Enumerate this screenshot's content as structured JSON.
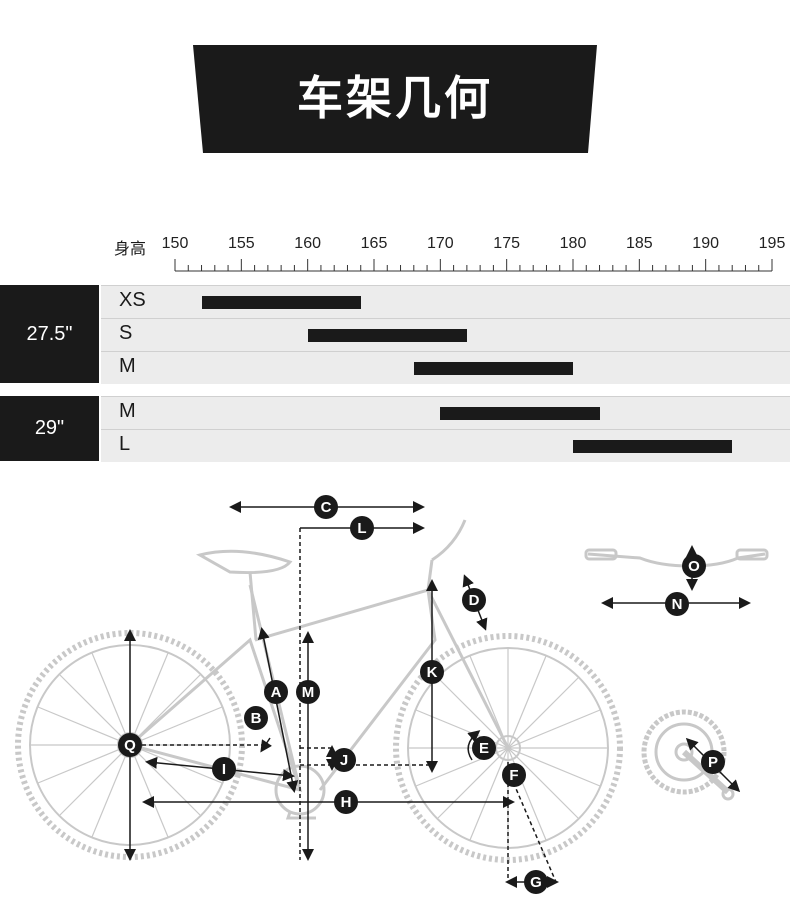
{
  "header": {
    "title": "车架几何"
  },
  "height_scale": {
    "label": "身高",
    "ticks": [
      "150",
      "155",
      "160",
      "165",
      "170",
      "175",
      "180",
      "185",
      "190",
      "195"
    ],
    "min": 150,
    "max": 195
  },
  "groups": [
    {
      "wheel": "27.5\"",
      "rows": [
        {
          "size": "XS",
          "from": 152,
          "to": 164
        },
        {
          "size": "S",
          "from": 160,
          "to": 172
        },
        {
          "size": "M",
          "from": 168,
          "to": 180
        }
      ]
    },
    {
      "wheel": "29\"",
      "rows": [
        {
          "size": "M",
          "from": 170,
          "to": 182
        },
        {
          "size": "L",
          "from": 180,
          "to": 192
        }
      ]
    }
  ],
  "diagram": {
    "markers": [
      "A",
      "B",
      "C",
      "D",
      "E",
      "F",
      "G",
      "H",
      "I",
      "J",
      "K",
      "L",
      "M",
      "N",
      "O",
      "P",
      "Q"
    ]
  }
}
